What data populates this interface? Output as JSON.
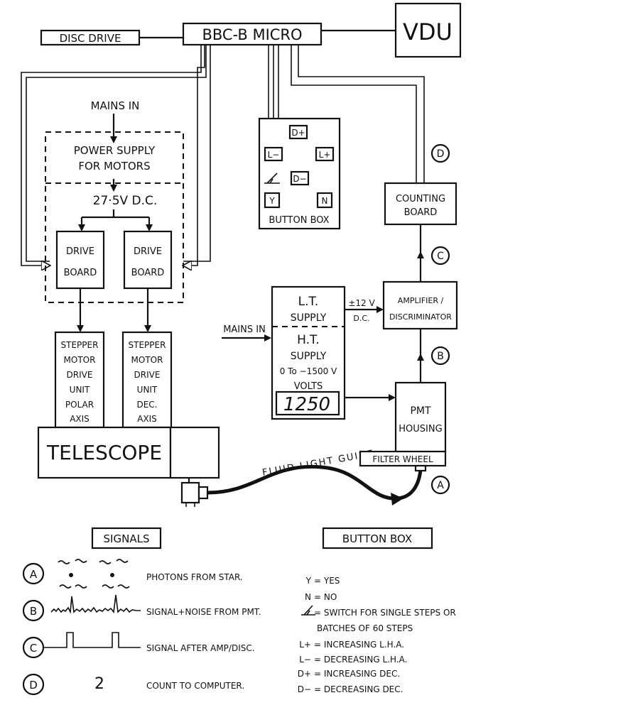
{
  "blocks": {
    "disc_drive": "DISC DRIVE",
    "bbc_micro": "BBC-B MICRO",
    "vdu": "VDU",
    "mains_in_top": "MAINS IN",
    "power_supply_l1": "POWER SUPPLY",
    "power_supply_l2": "FOR MOTORS",
    "dc_voltage": "27·5V D.C.",
    "drive_board_l1": "DRIVE",
    "drive_board_l2": "BOARD",
    "stepper_polar": [
      "STEPPER",
      "MOTOR",
      "DRIVE",
      "UNIT",
      "POLAR",
      "AXIS"
    ],
    "stepper_dec": [
      "STEPPER",
      "MOTOR",
      "DRIVE",
      "UNIT",
      "DEC.",
      "AXIS"
    ],
    "telescope": "TELESCOPE",
    "button_box_label": "BUTTON BOX",
    "button_keys": [
      "D+",
      "L−",
      "L+",
      "D−",
      "Y",
      "N"
    ],
    "counting_board_l1": "COUNTING",
    "counting_board_l2": "BOARD",
    "amplifier_l1": "AMPLIFIER /",
    "amplifier_l2": "DISCRIMINATOR",
    "lt_l1": "L.T.",
    "lt_l2": "SUPPLY",
    "lt_output_l1": "±12 V",
    "lt_output_l2": "D.C.",
    "ht_l1": "H.T.",
    "ht_l2": "SUPPLY",
    "ht_l3": "0 To −1500 V",
    "ht_l4": "VOLTS",
    "ht_display": "1250",
    "mains_in_mid": "MAINS IN",
    "pmt_l1": "PMT",
    "pmt_l2": "HOUSING",
    "filter_wheel": "FILTER WHEEL",
    "light_guide": "FLUID LIGHT GUIDE"
  },
  "points": {
    "A": "A",
    "B": "B",
    "C": "C",
    "D": "D"
  },
  "signals_legend": {
    "title": "SIGNALS",
    "items": [
      {
        "point": "A",
        "text": "PHOTONS FROM STAR."
      },
      {
        "point": "B",
        "text": "SIGNAL+NOISE FROM PMT."
      },
      {
        "point": "C",
        "text": "SIGNAL AFTER AMP/DISC."
      },
      {
        "point": "D",
        "symbol": "2",
        "text": "COUNT TO COMPUTER."
      }
    ]
  },
  "button_legend": {
    "title": "BUTTON BOX",
    "items": [
      {
        "key": "Y",
        "text": "= YES"
      },
      {
        "key": "N",
        "text": "= NO"
      },
      {
        "key": "",
        "text": "= SWITCH FOR SINGLE STEPS OR"
      },
      {
        "key": "",
        "text": "BATCHES OF 60 STEPS"
      },
      {
        "key": "L+",
        "text": "= INCREASING  L.H.A."
      },
      {
        "key": "L−",
        "text": "= DECREASING  L.H.A."
      },
      {
        "key": "D+",
        "text": "= INCREASING  DEC."
      },
      {
        "key": "D−",
        "text": "= DECREASING  DEC."
      }
    ]
  }
}
